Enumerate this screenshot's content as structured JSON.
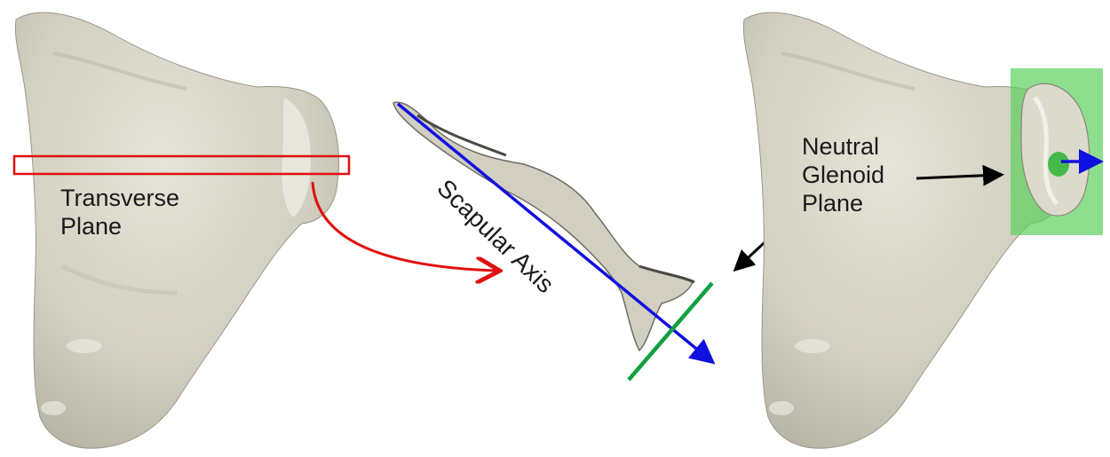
{
  "labels": {
    "transverse_plane": [
      "Transverse",
      "Plane"
    ],
    "scapular_axis": "Scapular Axis",
    "neutral_glenoid_plane": [
      "Neutral",
      "Glenoid",
      "Plane"
    ]
  },
  "colors": {
    "bone": "#d4d1c3",
    "bone_shadow": "#a8a596",
    "bone_highlight": "#ecebe2",
    "transverse_plane": "#e01010",
    "scapular_axis": "#1010e0",
    "glenoid_plane": "#10a040",
    "glenoid_plane_fill": "#5cd05c",
    "annotation_arrow": "#000000"
  }
}
